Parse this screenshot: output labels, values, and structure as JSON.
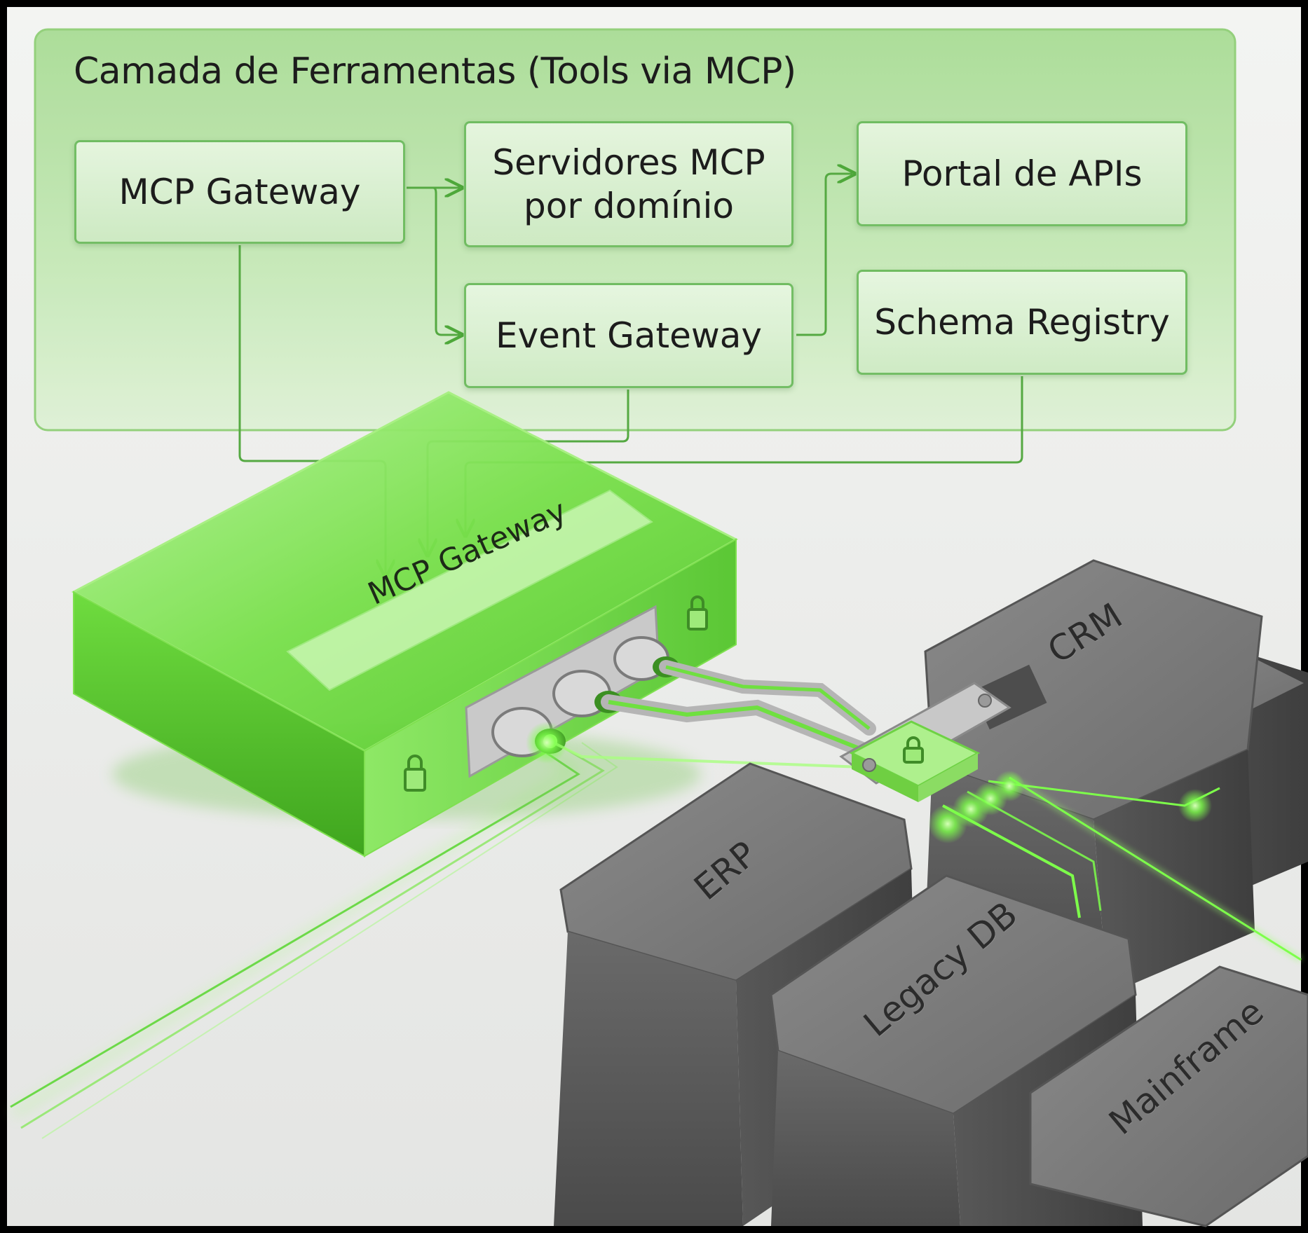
{
  "panel": {
    "title": "Camada de Ferramentas (Tools via MCP)"
  },
  "nodes": {
    "mcp_gateway": "MCP Gateway",
    "servidores": "Servidores MCP\npor domínio",
    "portal": "Portal de APIs",
    "event_gateway": "Event Gateway",
    "schema_registry": "Schema Registry"
  },
  "device": {
    "label": "MCP Gateway"
  },
  "systems": {
    "crm": "CRM",
    "erp": "ERP",
    "legacy_db": "Legacy DB",
    "mainframe": "Mainframe"
  },
  "colors": {
    "accent_green": "#5fcf3a",
    "glow_green": "#7dff4a",
    "stone_gray": "#6e6e6e",
    "panel_tint": "#c9e9bd"
  }
}
